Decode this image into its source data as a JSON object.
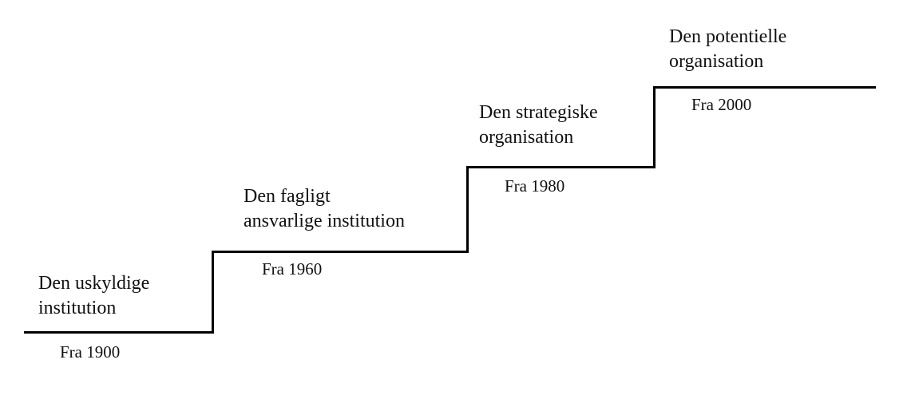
{
  "diagram": {
    "type": "staircase-timeline",
    "line_color": "#000000",
    "text_color": "#111111",
    "steps": [
      {
        "name": "Den uskyldige institution",
        "line1": "Den uskyldige",
        "line2": "institution",
        "year": "Fra 1900"
      },
      {
        "name": "Den fagligt ansvarlige institution",
        "line1": "Den fagligt",
        "line2": "ansvarlige institution",
        "year": "Fra 1960"
      },
      {
        "name": "Den strategiske organisation",
        "line1": "Den strategiske",
        "line2": "organisation",
        "year": "Fra 1980"
      },
      {
        "name": "Den potentielle organisation",
        "line1": "Den potentielle",
        "line2": "organisation",
        "year": "Fra 2000"
      }
    ]
  }
}
